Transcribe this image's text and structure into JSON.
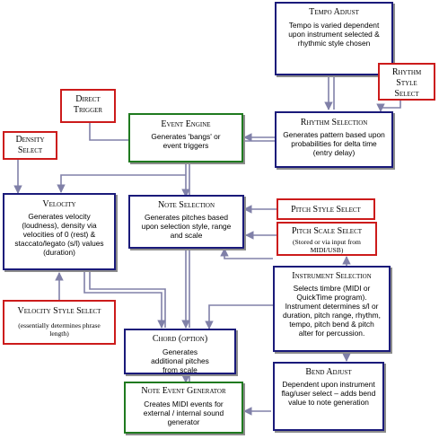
{
  "nodes": {
    "tempo_adjust": {
      "title": "Tempo Adjust",
      "desc": "Tempo is varied dependent upon instrument selected & rhythmic style chosen"
    },
    "rhythm_style_select": {
      "title": "Rhythm Style Select"
    },
    "direct_trigger": {
      "title": "Direct Trigger"
    },
    "event_engine": {
      "title": "Event Engine",
      "desc": "Generates 'bangs' or event triggers"
    },
    "rhythm_selection": {
      "title": "Rhythm Selection",
      "desc": "Generates pattern based upon probabilities for delta time (entry delay)"
    },
    "density_select": {
      "title": "Density Select"
    },
    "velocity": {
      "title": "Velocity",
      "desc": "Generates velocity (loudness), density via velocities of 0 (rest) & staccato/legato (s/l) values (duration)"
    },
    "note_selection": {
      "title": "Note Selection",
      "desc": "Generates pitches based upon selection style, range and scale"
    },
    "pitch_style_select": {
      "title": "Pitch Style Select"
    },
    "pitch_scale_select": {
      "title": "Pitch Scale Select",
      "note": "(Stored or via input from MIDI/USB)"
    },
    "instrument_selection": {
      "title": "Instrument Selection",
      "desc": "Selects timbre (MIDI or QuickTime program). Instrument determines s/l or duration, pitch range, rhythm, tempo, pitch bend & pitch alter for percussion."
    },
    "velocity_style_select": {
      "title": "Velocity Style Select",
      "note": "(essentially determines phrase length)"
    },
    "chord": {
      "title": "Chord (option)",
      "desc": "Generates additional pitches from scale"
    },
    "bend_adjust": {
      "title": "Bend Adjust",
      "desc": "Dependent upon instrument flag/user select – adds bend value to note generation"
    },
    "note_event_generator": {
      "title": "Note Event Generator",
      "desc": "Creates MIDI events for external / internal sound generator"
    }
  },
  "colors": {
    "navy": "#1a1a7a",
    "red": "#cc1b1b",
    "green": "#1f7a1f",
    "wire": "#8080a8",
    "shadow": "#8c8c8c"
  }
}
